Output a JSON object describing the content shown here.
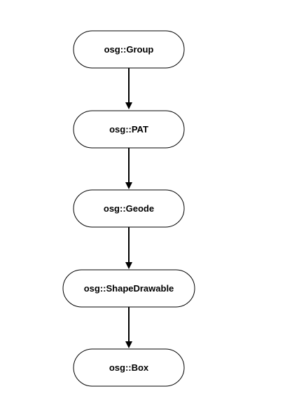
{
  "diagram": {
    "nodes": [
      {
        "id": "group",
        "label": "osg::Group"
      },
      {
        "id": "pat",
        "label": "osg::PAT"
      },
      {
        "id": "geode",
        "label": "osg::Geode"
      },
      {
        "id": "shape",
        "label": "osg::ShapeDrawable"
      },
      {
        "id": "box",
        "label": "osg::Box"
      }
    ],
    "edges": [
      {
        "from": "group",
        "to": "pat"
      },
      {
        "from": "pat",
        "to": "geode"
      },
      {
        "from": "geode",
        "to": "shape"
      },
      {
        "from": "shape",
        "to": "box"
      }
    ]
  }
}
